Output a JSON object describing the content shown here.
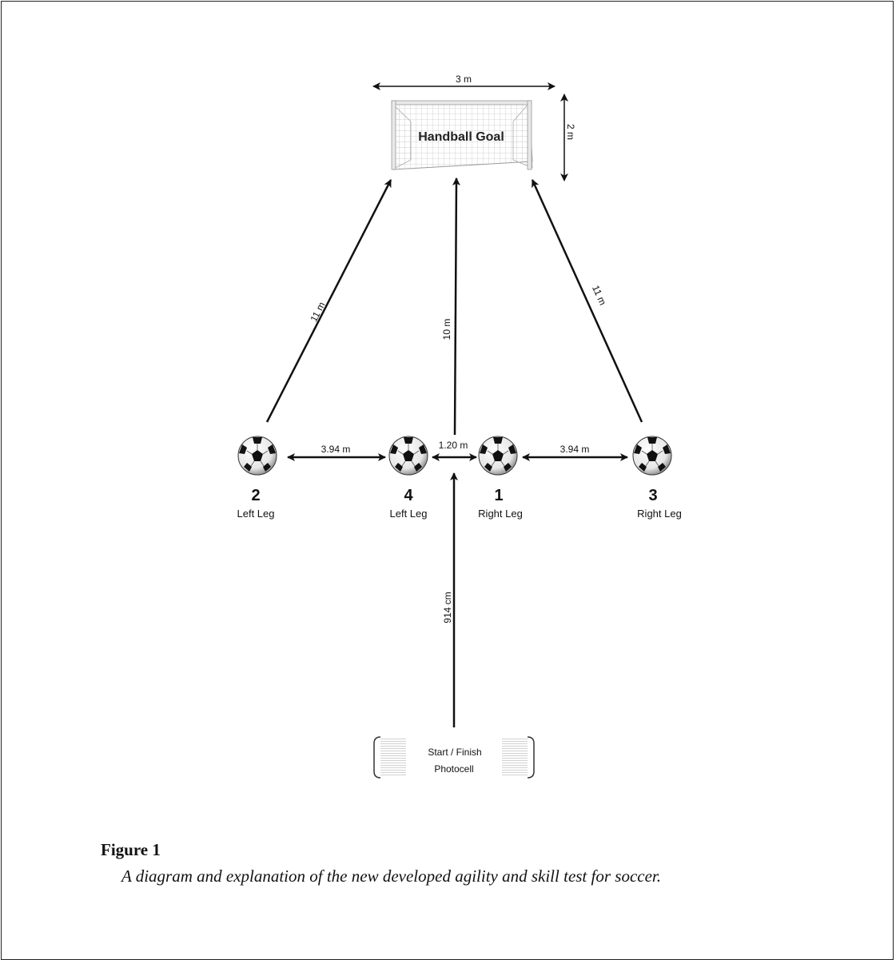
{
  "diagram": {
    "goal": {
      "label": "Handball Goal",
      "width_label": "3 m",
      "height_label": "2 m"
    },
    "distances": {
      "left_diag": "11 m",
      "center": "10 m",
      "right_diag": "11 m",
      "ball2_to_ball4": "3.94 m",
      "ball4_to_ball1": "1.20 m",
      "ball1_to_ball3": "3.94 m",
      "start_to_center": "914 cm"
    },
    "balls": [
      {
        "number": "2",
        "leg": "Left Leg"
      },
      {
        "number": "4",
        "leg": "Left Leg"
      },
      {
        "number": "1",
        "leg": "Right Leg"
      },
      {
        "number": "3",
        "leg": "Right Leg"
      }
    ],
    "photocell": {
      "line1": "Start / Finish",
      "line2": "Photocell"
    }
  },
  "figure": {
    "title": "Figure 1",
    "caption": "A diagram and explanation of the new developed agility and skill test for soccer."
  }
}
